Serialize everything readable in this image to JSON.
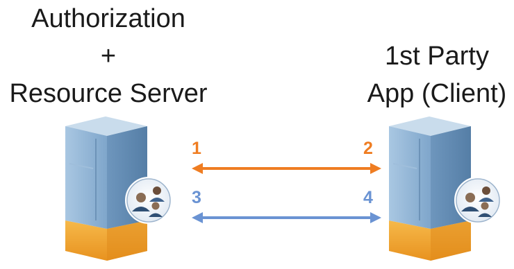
{
  "left_node": {
    "title_line1": "Authorization",
    "title_line2": "+",
    "title_line3": "Resource Server",
    "icon": "server-with-users-icon"
  },
  "right_node": {
    "title_line1": "1st Party",
    "title_line2": "App (Client)",
    "icon": "server-with-users-icon"
  },
  "arrows": [
    {
      "left_label": "1",
      "right_label": "2",
      "color": "#ef7d22"
    },
    {
      "left_label": "3",
      "right_label": "4",
      "color": "#6a93d3"
    }
  ],
  "colors": {
    "server_front": "#8fb3d4",
    "server_side": "#6b93b8",
    "server_top": "#b9d2e6",
    "server_base": "#f0a12c"
  }
}
